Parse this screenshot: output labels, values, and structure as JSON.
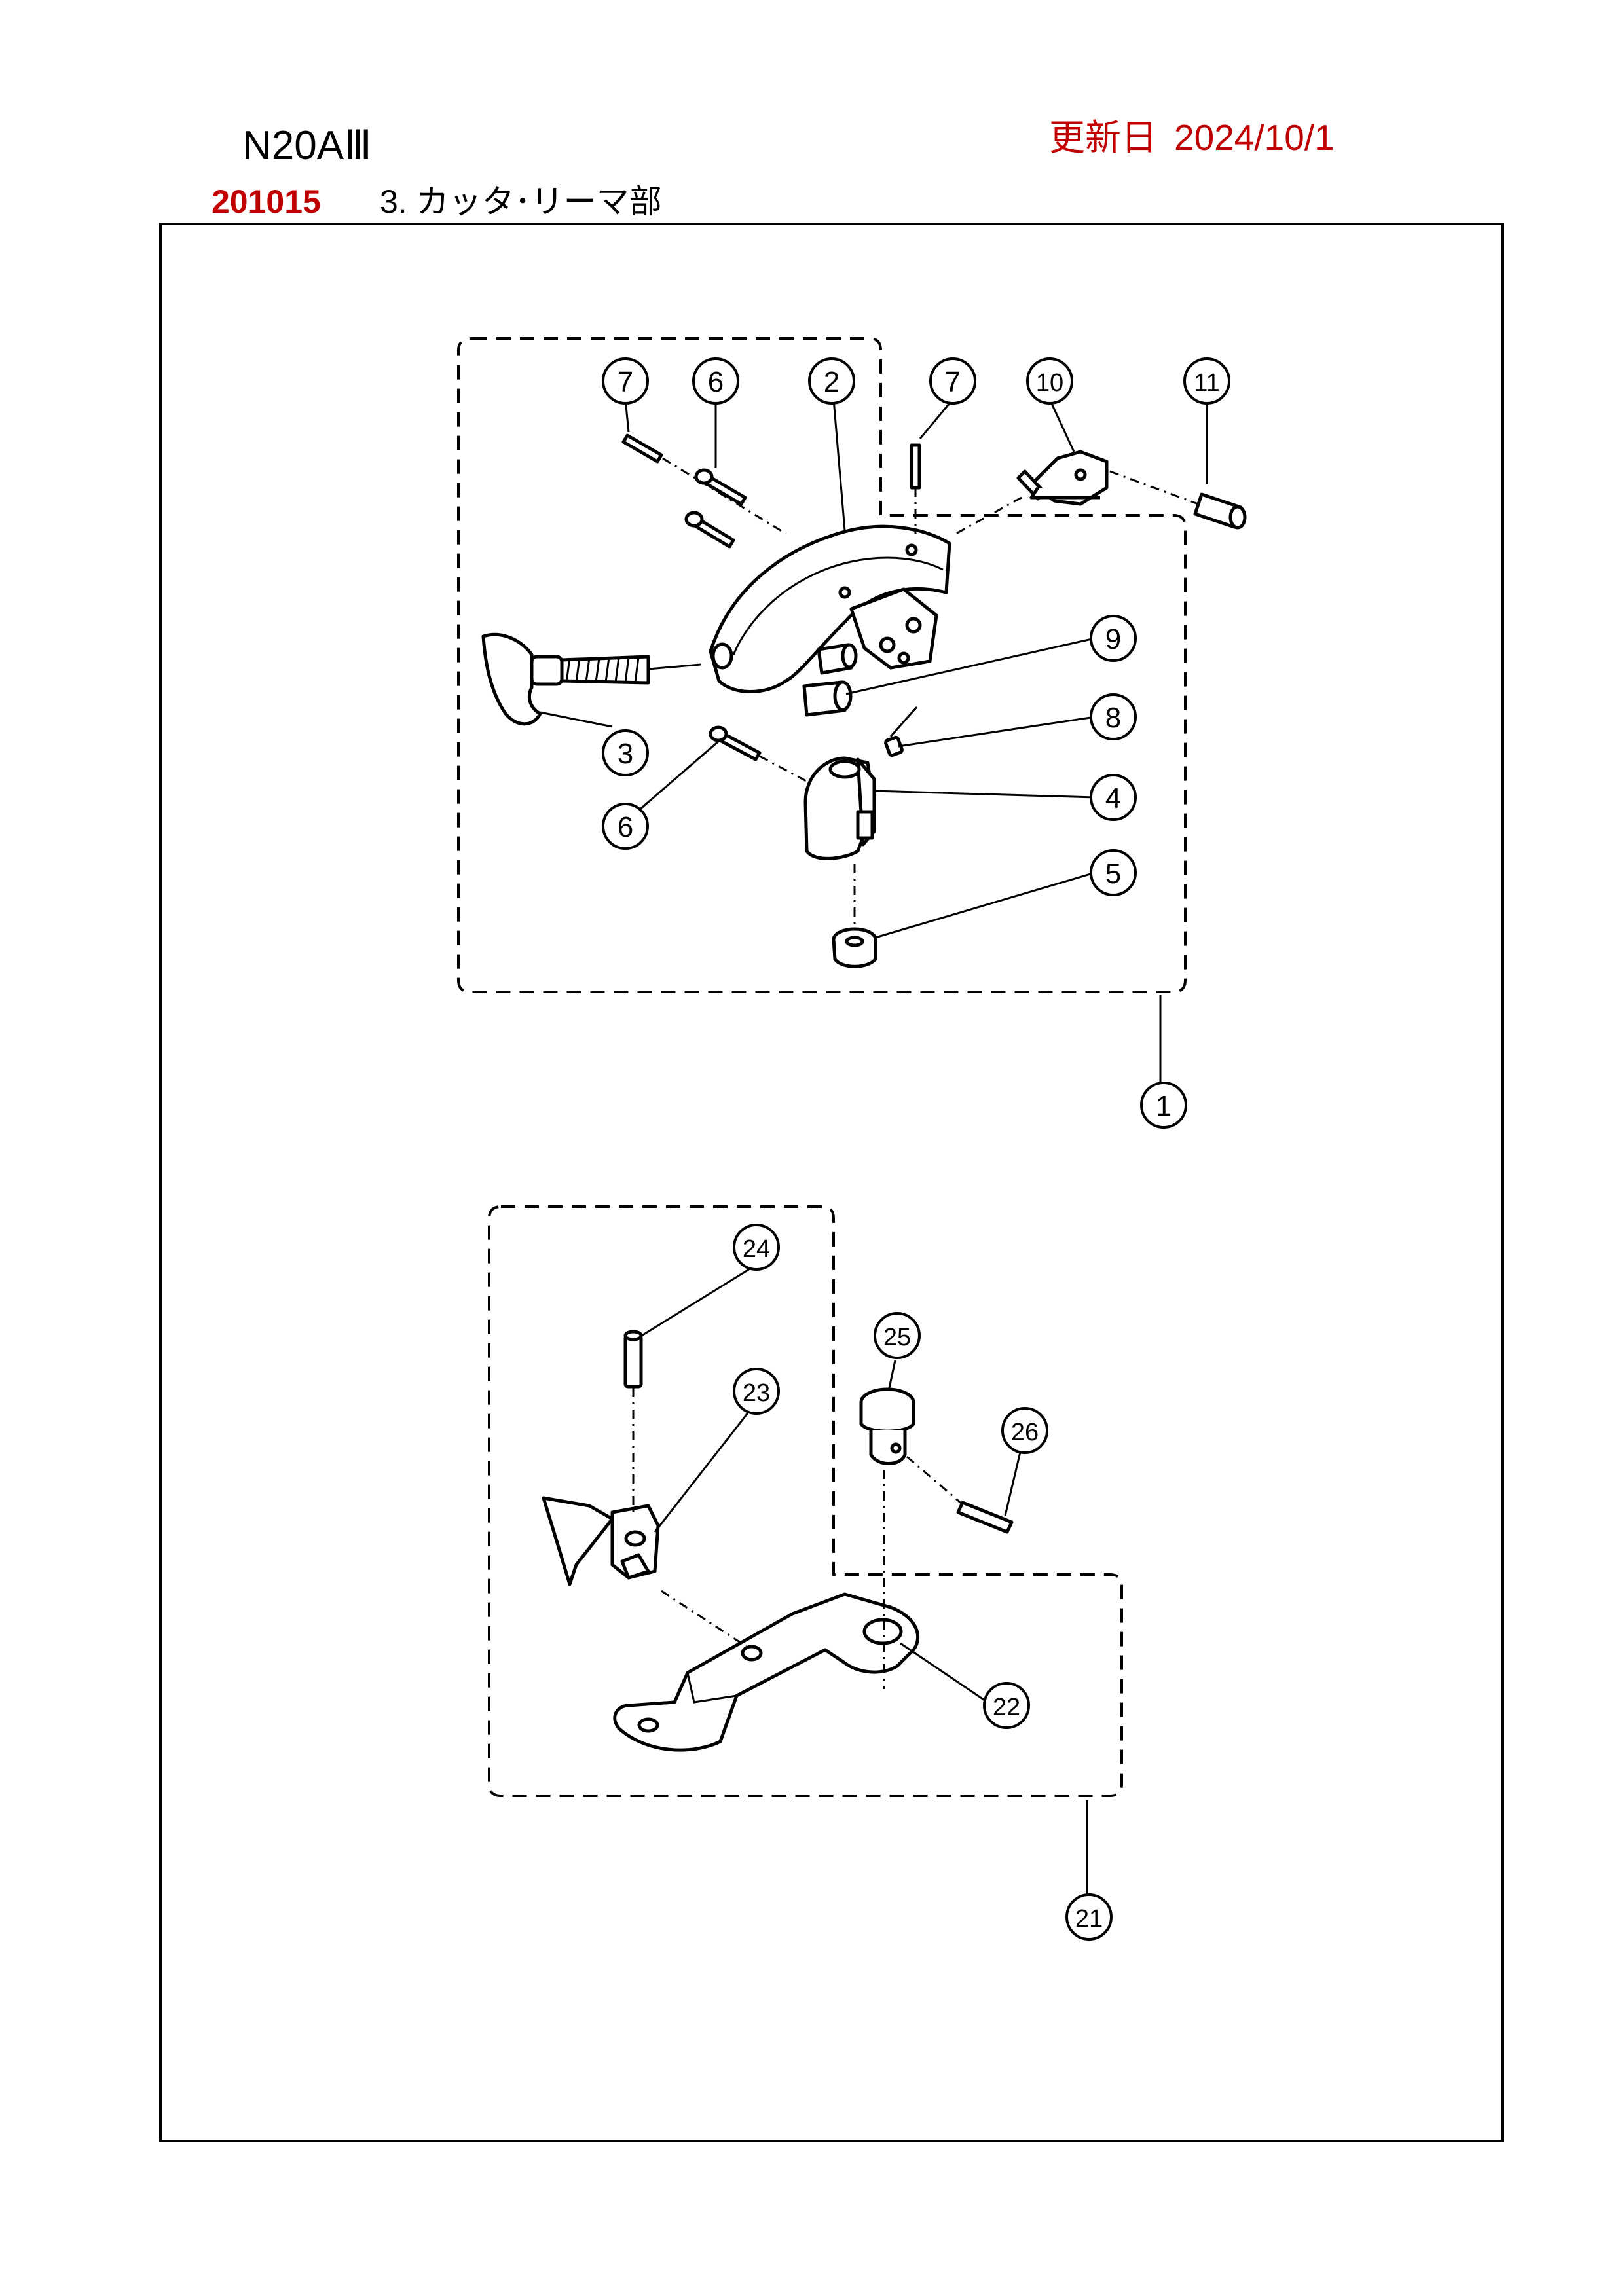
{
  "header": {
    "model": "N20AⅢ",
    "updated_label": "更新日",
    "updated_date": "2024/10/1",
    "doc_code": "201015",
    "section_title": "3. カッタ･リーマ部"
  },
  "diagram": {
    "callouts": {
      "c1": "1",
      "c2": "2",
      "c3": "3",
      "c4": "4",
      "c5": "5",
      "c6a": "6",
      "c6b": "6",
      "c7a": "7",
      "c7b": "7",
      "c8": "8",
      "c9": "9",
      "c10": "10",
      "c11": "11",
      "c21": "21",
      "c22": "22",
      "c23": "23",
      "c24": "24",
      "c25": "25",
      "c26": "26"
    }
  }
}
